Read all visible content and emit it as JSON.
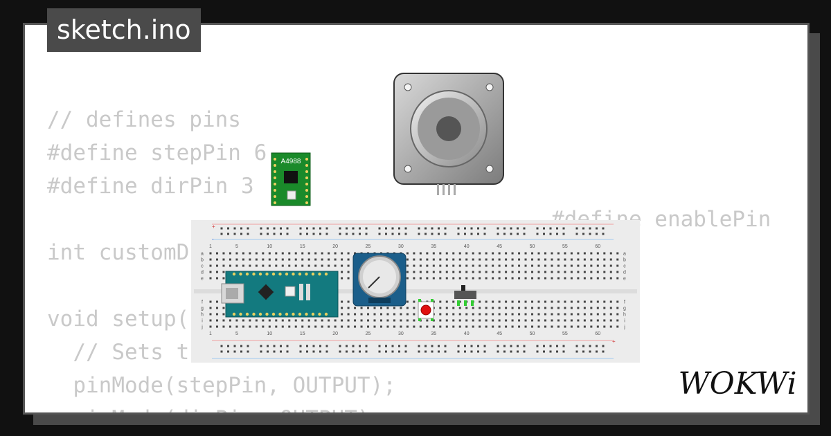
{
  "file": {
    "name": "sketch.ino"
  },
  "code": [
    {
      "text": "// defines pins"
    },
    {
      "text": "#define stepPin 6"
    },
    {
      "text": "#define dirPin 3"
    },
    {
      "text": "#define enablePin"
    },
    {
      "text": "int customD"
    },
    {
      "text": "void setup("
    },
    {
      "text": "  // Sets t"
    },
    {
      "text": "  pinMode(stepPin, OUTPUT);"
    },
    {
      "text": "  pinMode(dirPin, OUTPUT);"
    }
  ],
  "components": {
    "driver_label": "A4988",
    "breadboard": {
      "column_numbers": [
        "1",
        "5",
        "10",
        "15",
        "20",
        "25",
        "30",
        "35",
        "40",
        "45",
        "50",
        "55",
        "60"
      ],
      "rows_top": [
        "a",
        "b",
        "c",
        "d",
        "e"
      ],
      "rows_bottom": [
        "f",
        "g",
        "h",
        "i",
        "j"
      ],
      "rail_plus": "+",
      "rail_minus": "-"
    }
  },
  "brand": {
    "name": "WOKWi"
  },
  "colors": {
    "background": "#111111",
    "card": "#ffffff",
    "tab": "#4a4a4a",
    "code_text": "#c9c9c9",
    "pcb_blue": "#1b5e8a",
    "pcb_teal": "#137a7f",
    "pcb_green": "#1a8a2a",
    "button_red": "#e01010"
  },
  "icons": [
    "stepper-motor-icon",
    "a4988-driver-icon",
    "arduino-nano-icon",
    "potentiometer-icon",
    "pushbutton-icon",
    "slide-switch-icon",
    "wokwi-logo"
  ]
}
